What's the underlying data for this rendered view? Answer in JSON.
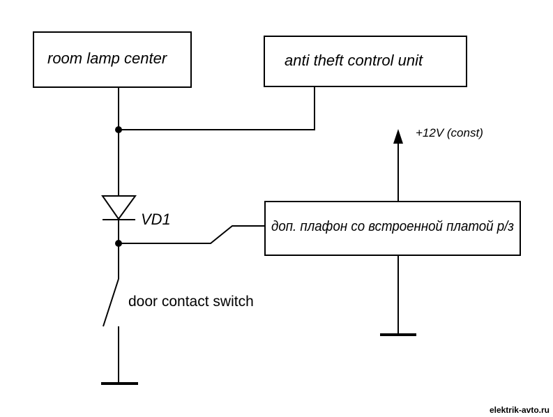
{
  "blocks": {
    "room_lamp": "room lamp center",
    "anti_theft": "anti theft control unit",
    "extra_lamp": "доп. плафон со встроенной платой р/з"
  },
  "labels": {
    "diode": "VD1",
    "power": "+12V (const)",
    "switch": "door contact switch"
  },
  "watermark": "elektrik-avto.ru"
}
